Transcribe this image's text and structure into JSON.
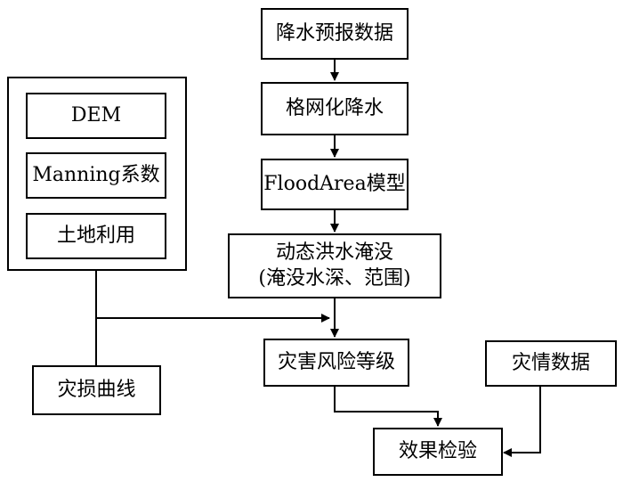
{
  "nodes": {
    "rain_forecast": "降水预报数据",
    "gridded_rain": "格网化降水",
    "floodarea_model": "FloodArea模型",
    "dynamic_flood_line1": "动态洪水淹没",
    "dynamic_flood_line2": "(淹没水深、范围)",
    "dem": "DEM",
    "manning": "Manning系数",
    "land_use": "土地利用",
    "loss_curve": "灾损曲线",
    "risk_level": "灾害风险等级",
    "disaster_data": "灾情数据",
    "validation": "效果检验"
  }
}
